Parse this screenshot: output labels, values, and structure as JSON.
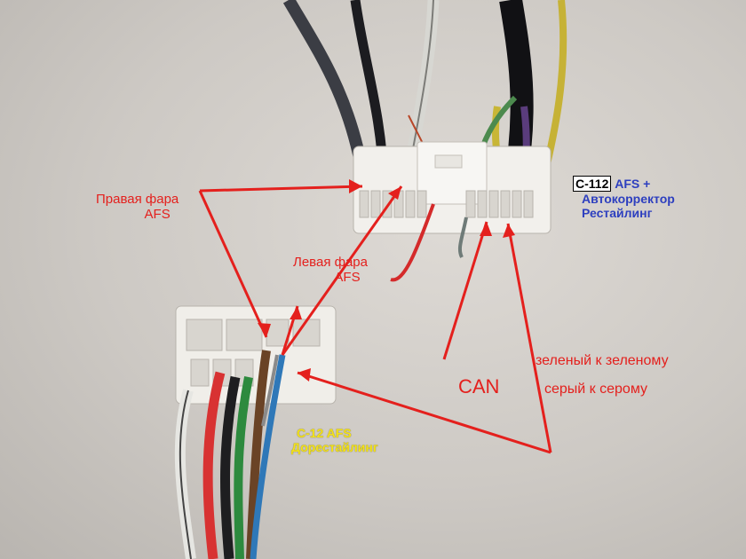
{
  "labels": {
    "right_headlight": "Правая  фара",
    "right_headlight_afs": "AFS",
    "left_headlight": "Левая фара",
    "left_headlight_afs": "AFS",
    "c112_code": "C-112",
    "c112_afs": "AFS +",
    "c112_corrector": "Автокорректор",
    "c112_restyling": "Рестайлинг",
    "can": "CAN",
    "green_to_green": "зеленый к зеленому",
    "grey_to_grey": "серый к серому",
    "c12_afs": "C-12 AFS",
    "c12_prerestyling": "Дорестайлинг"
  },
  "colors": {
    "annotation_red": "#e4201d",
    "annotation_blue": "#2d3fbf",
    "annotation_yellow": "#f3e21a",
    "connector_white": "#f2f0ec"
  }
}
